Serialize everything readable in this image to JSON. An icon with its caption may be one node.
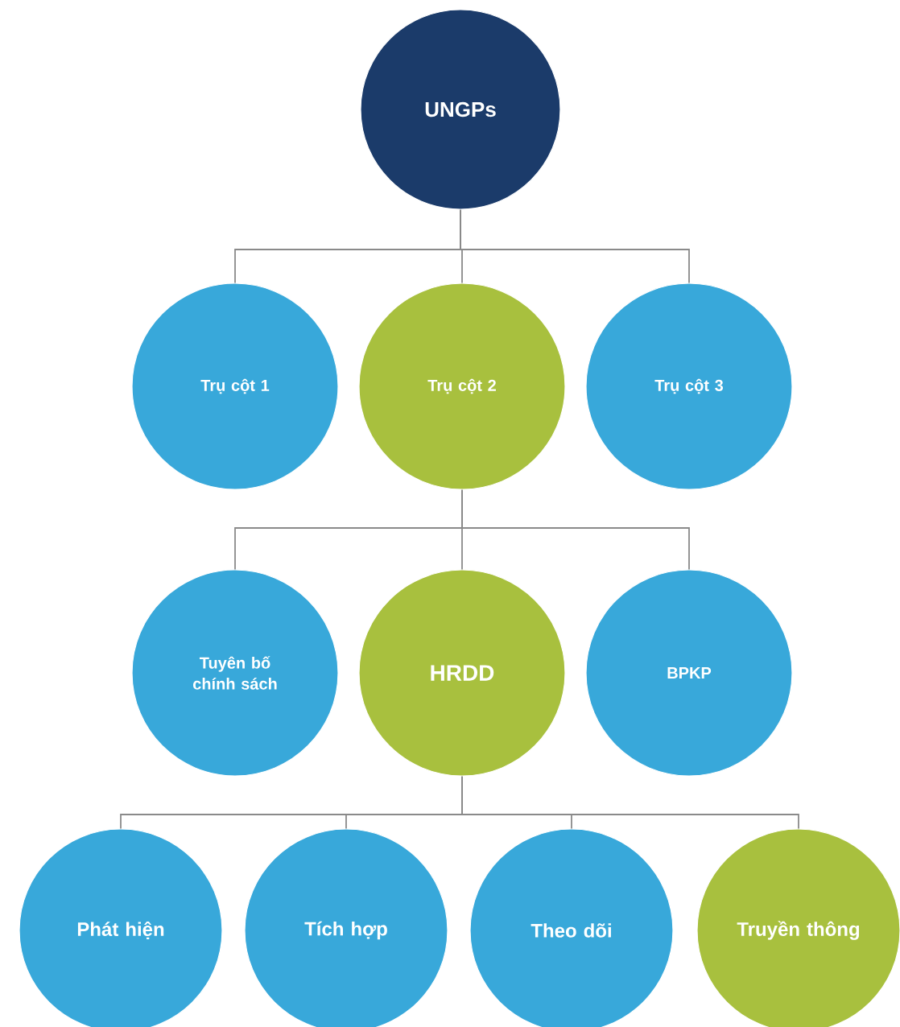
{
  "diagram": {
    "nodes": [
      {
        "text": [
          "UNGPs"
        ]
      },
      {
        "text": [
          "Trụ cột 1"
        ]
      },
      {
        "text": [
          "Trụ cột 2"
        ]
      },
      {
        "text": [
          "Trụ cột 3"
        ]
      },
      {
        "text": [
          "Tuyên bố chính sách"
        ]
      },
      {
        "text": [
          "HRDD"
        ]
      },
      {
        "text": [
          "BPKP"
        ]
      },
      {
        "text": [
          "Phát hiện"
        ]
      },
      {
        "text": [
          "Tích hợp"
        ]
      },
      {
        "text": [
          "Theo dõi"
        ]
      },
      {
        "text": [
          "Truyền thông"
        ]
      }
    ],
    "edges": [
      {
        "from": 0,
        "to": 1,
        "arrow": "none"
      },
      {
        "from": 0,
        "to": 2,
        "arrow": "none"
      },
      {
        "from": 0,
        "to": 3,
        "arrow": "none"
      },
      {
        "from": 2,
        "to": 4,
        "arrow": "none"
      },
      {
        "from": 2,
        "to": 5,
        "arrow": "none"
      },
      {
        "from": 2,
        "to": 6,
        "arrow": "none"
      },
      {
        "from": 5,
        "to": 7,
        "arrow": "none"
      },
      {
        "from": 5,
        "to": 8,
        "arrow": "none"
      },
      {
        "from": 5,
        "to": 9,
        "arrow": "none"
      },
      {
        "from": 5,
        "to": 10,
        "arrow": "none"
      }
    ]
  }
}
